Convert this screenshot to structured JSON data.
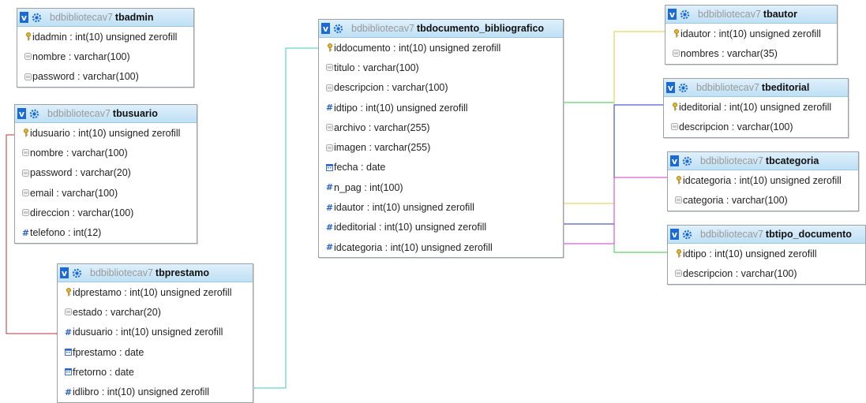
{
  "schema": "bdbibliotecav7",
  "tables": {
    "tbadmin": {
      "name": "tbadmin",
      "columns": [
        {
          "icon": "key",
          "text": "idadmin : int(10) unsigned zerofill"
        },
        {
          "icon": "field",
          "text": "nombre : varchar(100)"
        },
        {
          "icon": "field",
          "text": "password : varchar(100)"
        }
      ]
    },
    "tbusuario": {
      "name": "tbusuario",
      "columns": [
        {
          "icon": "key",
          "text": "idusuario : int(10) unsigned zerofill"
        },
        {
          "icon": "field",
          "text": "nombre : varchar(100)"
        },
        {
          "icon": "field",
          "text": "password : varchar(20)"
        },
        {
          "icon": "field",
          "text": "email : varchar(100)"
        },
        {
          "icon": "field",
          "text": "direccion : varchar(100)"
        },
        {
          "icon": "number",
          "text": "telefono : int(12)"
        }
      ]
    },
    "tbprestamo": {
      "name": "tbprestamo",
      "columns": [
        {
          "icon": "key",
          "text": "idprestamo : int(10) unsigned zerofill"
        },
        {
          "icon": "field",
          "text": "estado : varchar(20)"
        },
        {
          "icon": "number",
          "text": "idusuario : int(10) unsigned zerofill"
        },
        {
          "icon": "date",
          "text": "fprestamo : date"
        },
        {
          "icon": "date",
          "text": "fretorno : date"
        },
        {
          "icon": "number",
          "text": "idlibro : int(10) unsigned zerofill"
        }
      ]
    },
    "tbdocumento": {
      "name": "tbdocumento_bibliografico",
      "columns": [
        {
          "icon": "key",
          "text": "iddocumento : int(10) unsigned zerofill"
        },
        {
          "icon": "field",
          "text": "titulo : varchar(100)"
        },
        {
          "icon": "field",
          "text": "descripcion : varchar(100)"
        },
        {
          "icon": "number",
          "text": "idtipo : int(10) unsigned zerofill"
        },
        {
          "icon": "field",
          "text": "archivo : varchar(255)"
        },
        {
          "icon": "field",
          "text": "imagen : varchar(255)"
        },
        {
          "icon": "date",
          "text": "fecha : date"
        },
        {
          "icon": "number",
          "text": "n_pag : int(100)"
        },
        {
          "icon": "number",
          "text": "idautor : int(10) unsigned zerofill"
        },
        {
          "icon": "number",
          "text": "ideditorial : int(10) unsigned zerofill"
        },
        {
          "icon": "number",
          "text": "idcategoria : int(10) unsigned zerofill"
        }
      ]
    },
    "tbautor": {
      "name": "tbautor",
      "columns": [
        {
          "icon": "key",
          "text": "idautor : int(10) unsigned zerofill"
        },
        {
          "icon": "field",
          "text": "nombres : varchar(35)"
        }
      ]
    },
    "tbeditorial": {
      "name": "tbeditorial",
      "columns": [
        {
          "icon": "key",
          "text": "ideditorial : int(10) unsigned zerofill"
        },
        {
          "icon": "field",
          "text": "descripcion : varchar(100)"
        }
      ]
    },
    "tbcategoria": {
      "name": "tbcategoria",
      "columns": [
        {
          "icon": "key",
          "text": "idcategoria : int(10) unsigned zerofill"
        },
        {
          "icon": "field",
          "text": "categoria : varchar(100)"
        }
      ]
    },
    "tbtipo": {
      "name": "tbtipo_documento",
      "columns": [
        {
          "icon": "key",
          "text": "idtipo : int(10) unsigned zerofill"
        },
        {
          "icon": "field",
          "text": "descripcion : varchar(100)"
        }
      ]
    }
  },
  "relations": [
    {
      "from": "tbprestamo.idusuario",
      "to": "tbusuario.idusuario",
      "color": "#b03a3a"
    },
    {
      "from": "tbprestamo.idlibro",
      "to": "tbdocumento_bibliografico.iddocumento",
      "color": "#3cc8c0"
    },
    {
      "from": "tbdocumento_bibliografico.idautor",
      "to": "tbautor.idautor",
      "color": "#d8d24a"
    },
    {
      "from": "tbdocumento_bibliografico.ideditorial",
      "to": "tbeditorial.ideditorial",
      "color": "#2a35c0"
    },
    {
      "from": "tbdocumento_bibliografico.idcategoria",
      "to": "tbcategoria.idcategoria",
      "color": "#d13bc4"
    },
    {
      "from": "tbdocumento_bibliografico.idtipo",
      "to": "tbtipo_documento.idtipo",
      "color": "#3ec44a"
    }
  ],
  "colors": {
    "header_bg": "#c8e6f8",
    "toggle_blue": "#1b6ad6",
    "schema_gray": "#9a9a9a"
  }
}
